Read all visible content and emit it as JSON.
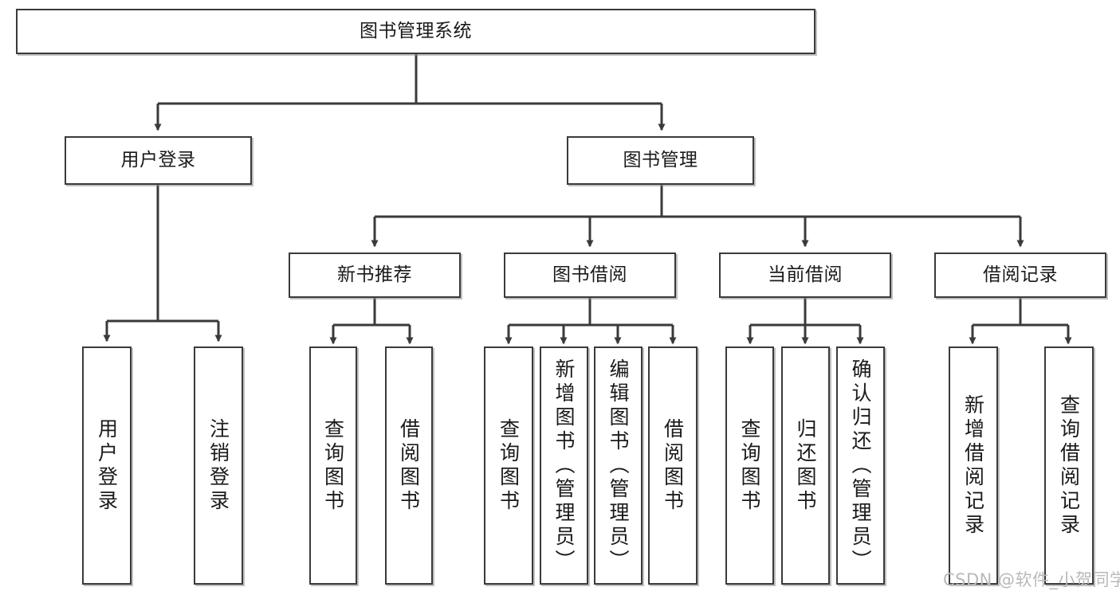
{
  "diagram": {
    "title": "图书管理系统",
    "watermark": "CSDN @软件_小贺同学",
    "line_color": "#3a3a3a",
    "text_color": "#1a1a1a",
    "background": "#ffffff",
    "levels": {
      "root": {
        "label": "图书管理系统"
      },
      "level2": [
        {
          "label": "用户登录"
        },
        {
          "label": "图书管理"
        }
      ],
      "level3": [
        {
          "label": "新书推荐"
        },
        {
          "label": "图书借阅"
        },
        {
          "label": "当前借阅"
        },
        {
          "label": "借阅记录"
        }
      ],
      "leaves": {
        "user_login": [
          {
            "label": "用户登录"
          },
          {
            "label": "注销登录"
          }
        ],
        "new_book_recommend": [
          {
            "label": "查询图书"
          },
          {
            "label": "借阅图书"
          }
        ],
        "book_borrow": [
          {
            "label": "查询图书"
          },
          {
            "label": "新增图书（管理员）"
          },
          {
            "label": "编辑图书（管理员）"
          },
          {
            "label": "借阅图书"
          }
        ],
        "current_borrow": [
          {
            "label": "查询图书"
          },
          {
            "label": "归还图书"
          },
          {
            "label": "确认归还（管理员）"
          }
        ],
        "borrow_record": [
          {
            "label": "新增借阅记录"
          },
          {
            "label": "查询借阅记录"
          }
        ]
      }
    }
  }
}
